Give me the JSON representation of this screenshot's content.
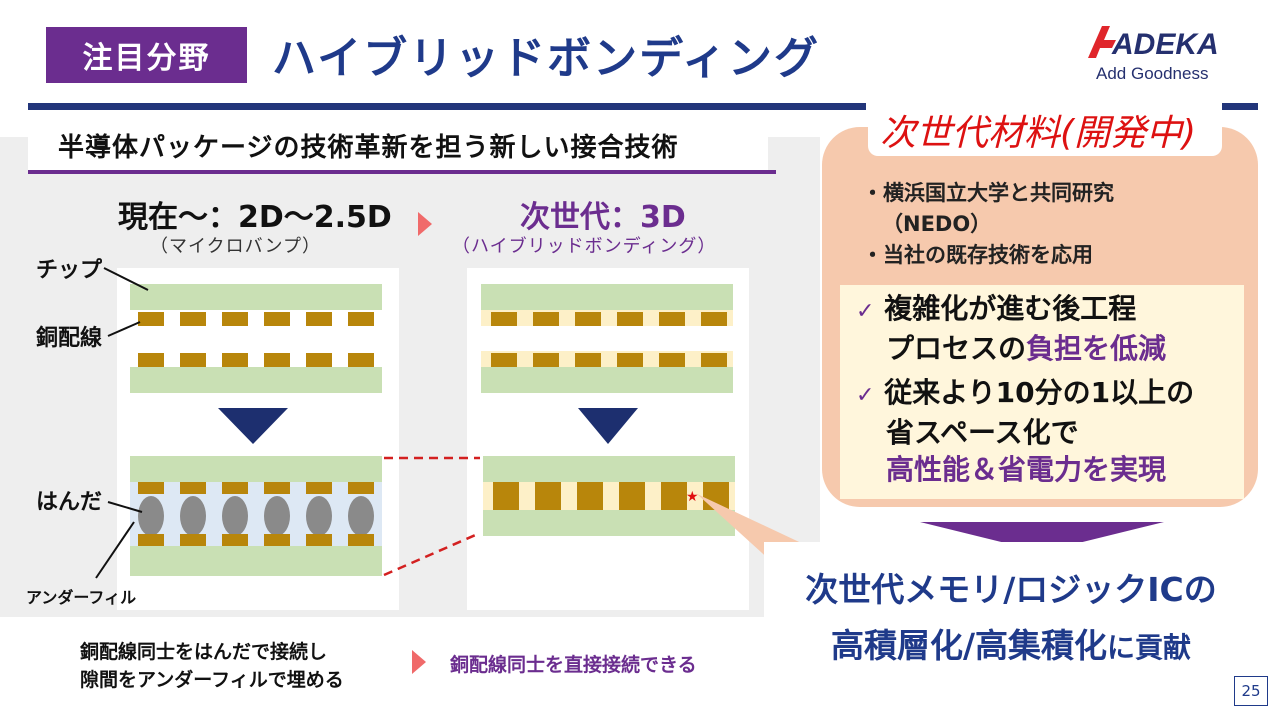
{
  "header": {
    "tag": "注目分野",
    "title": "ハイブリッドボンディング",
    "logo_text": "ADEKA",
    "logo_tagline": "Add Goodness"
  },
  "subtitle": "半導体パッケージの技術革新を担う新しい接合技術",
  "current": {
    "label": "現在～：2D～2.5D",
    "sublabel": "（マイクロバンプ）"
  },
  "next": {
    "label": "次世代：3D",
    "sublabel": "（ハイブリッドボンディング）"
  },
  "labels": {
    "chip": "チップ",
    "copper": "銅配線",
    "solder": "はんだ",
    "underfill": "アンダーフィル"
  },
  "bottom": {
    "left_line1": "銅配線同士をはんだで接続し",
    "left_line2": "隙間をアンダーフィルで埋める",
    "right": "銅配線同士を直接接続できる"
  },
  "callout": {
    "title": "次世代材料(開発中)",
    "bullet1_line1": "・横浜国立大学と共同研究",
    "bullet1_line2": "（NEDO）",
    "bullet2": "・当社の既存技術を応用",
    "check_mark": "✓",
    "point1_line1": "複雑化が進む後工程",
    "point1_line2a": "プロセスの",
    "point1_line2b": "負担を低減",
    "point2_line1": "従来より10分の1以上の",
    "point2_line2": "省スペース化で",
    "point2_line3": "高性能＆省電力を実現"
  },
  "result": {
    "line1": "次世代メモリ/ロジックICの",
    "line2a": "高積層化/高集積化",
    "line2b": "に貢献"
  },
  "page_number": "25",
  "colors": {
    "purple": "#6b2d8f",
    "navy": "#1f3a8a",
    "chip_green": "#c9e0b4",
    "copper": "#b8860b",
    "underfill": "#dde8f4",
    "bubble": "#f6c9ad",
    "red": "#d11111"
  }
}
